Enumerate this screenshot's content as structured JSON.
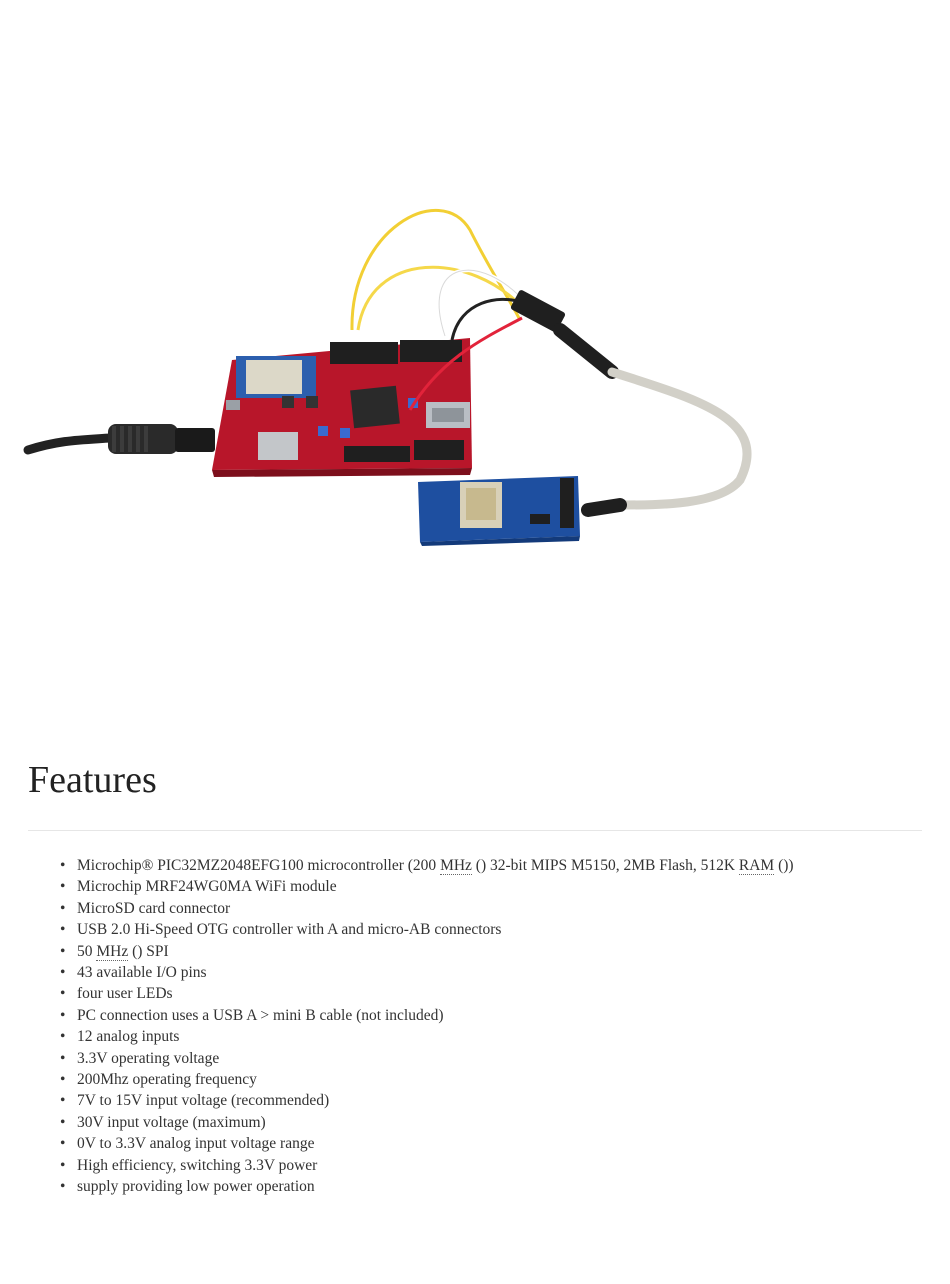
{
  "colors": {
    "board_red": "#b8162a",
    "gps_blue": "#1e4fa0",
    "cable_grey": "#d2d0c8",
    "wire_yellow": "#f5d23a",
    "text": "#333333"
  },
  "image": {
    "description_icon": "development-board-photo"
  },
  "features": {
    "title": "Features",
    "items": [
      {
        "segments": [
          {
            "t": "Microchip® PIC32MZ2048EFG100 microcontroller (200 "
          },
          {
            "t": "MHz",
            "abbr": true
          },
          {
            "t": " () 32-bit MIPS M5150, 2MB Flash, 512K "
          },
          {
            "t": "RAM",
            "abbr": true
          },
          {
            "t": " ())"
          }
        ]
      },
      {
        "segments": [
          {
            "t": "Microchip MRF24WG0MA WiFi module"
          }
        ]
      },
      {
        "segments": [
          {
            "t": "MicroSD card connector"
          }
        ]
      },
      {
        "segments": [
          {
            "t": "USB 2.0 Hi-Speed OTG controller with A and micro-AB connectors"
          }
        ]
      },
      {
        "segments": [
          {
            "t": "50 "
          },
          {
            "t": "MHz",
            "abbr": true
          },
          {
            "t": " () SPI"
          }
        ]
      },
      {
        "segments": [
          {
            "t": "43 available I/O pins"
          }
        ]
      },
      {
        "segments": [
          {
            "t": "four user LEDs"
          }
        ]
      },
      {
        "segments": [
          {
            "t": "PC connection uses a USB A > mini B cable (not included)"
          }
        ]
      },
      {
        "segments": [
          {
            "t": "12 analog inputs"
          }
        ]
      },
      {
        "segments": [
          {
            "t": "3.3V operating voltage"
          }
        ]
      },
      {
        "segments": [
          {
            "t": "200Mhz operating frequency"
          }
        ]
      },
      {
        "segments": [
          {
            "t": "7V to 15V input voltage (recommended)"
          }
        ]
      },
      {
        "segments": [
          {
            "t": "30V input voltage (maximum)"
          }
        ]
      },
      {
        "segments": [
          {
            "t": "0V to 3.3V analog input voltage range"
          }
        ]
      },
      {
        "segments": [
          {
            "t": "High efficiency, switching 3.3V power"
          }
        ]
      },
      {
        "segments": [
          {
            "t": "supply providing low power operation"
          }
        ]
      }
    ]
  }
}
